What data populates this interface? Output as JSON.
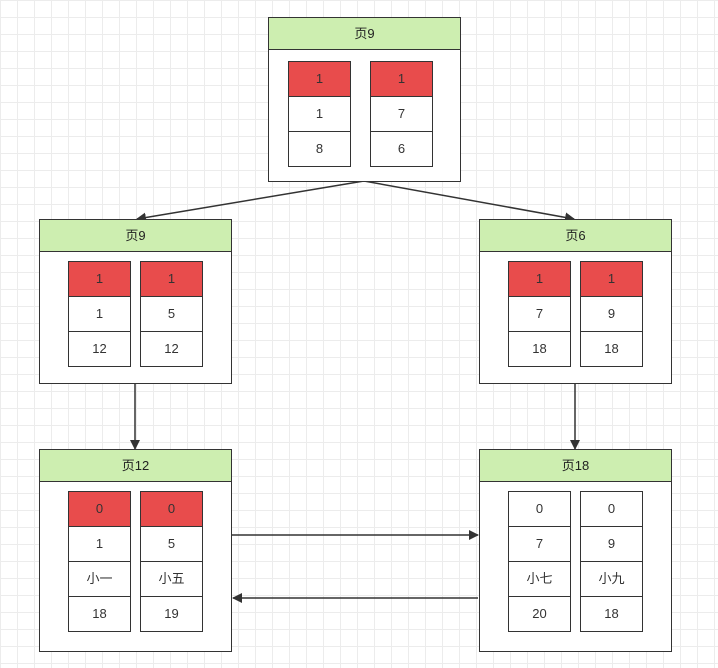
{
  "pages": [
    {
      "id": "root",
      "title": "页9",
      "records": [
        [
          "1",
          "1",
          "8"
        ],
        [
          "1",
          "7",
          "6"
        ]
      ],
      "flag_color": "#e84c4c"
    },
    {
      "id": "mid-left",
      "title": "页9",
      "records": [
        [
          "1",
          "1",
          "12"
        ],
        [
          "1",
          "5",
          "12"
        ]
      ],
      "flag_color": "#e84c4c"
    },
    {
      "id": "mid-right",
      "title": "页6",
      "records": [
        [
          "1",
          "7",
          "18"
        ],
        [
          "1",
          "9",
          "18"
        ]
      ],
      "flag_color": "#e84c4c"
    },
    {
      "id": "leaf-left",
      "title": "页12",
      "records": [
        [
          "0",
          "1",
          "小一",
          "18"
        ],
        [
          "0",
          "5",
          "小五",
          "19"
        ]
      ],
      "flag_color": "#e84c4c"
    },
    {
      "id": "leaf-right",
      "title": "页18",
      "records": [
        [
          "0",
          "7",
          "小七",
          "20"
        ],
        [
          "0",
          "9",
          "小九",
          "18"
        ]
      ],
      "flag_color": null
    }
  ],
  "colors": {
    "header": "#cdeeb0",
    "flag": "#e84c4c",
    "line": "#333333"
  }
}
